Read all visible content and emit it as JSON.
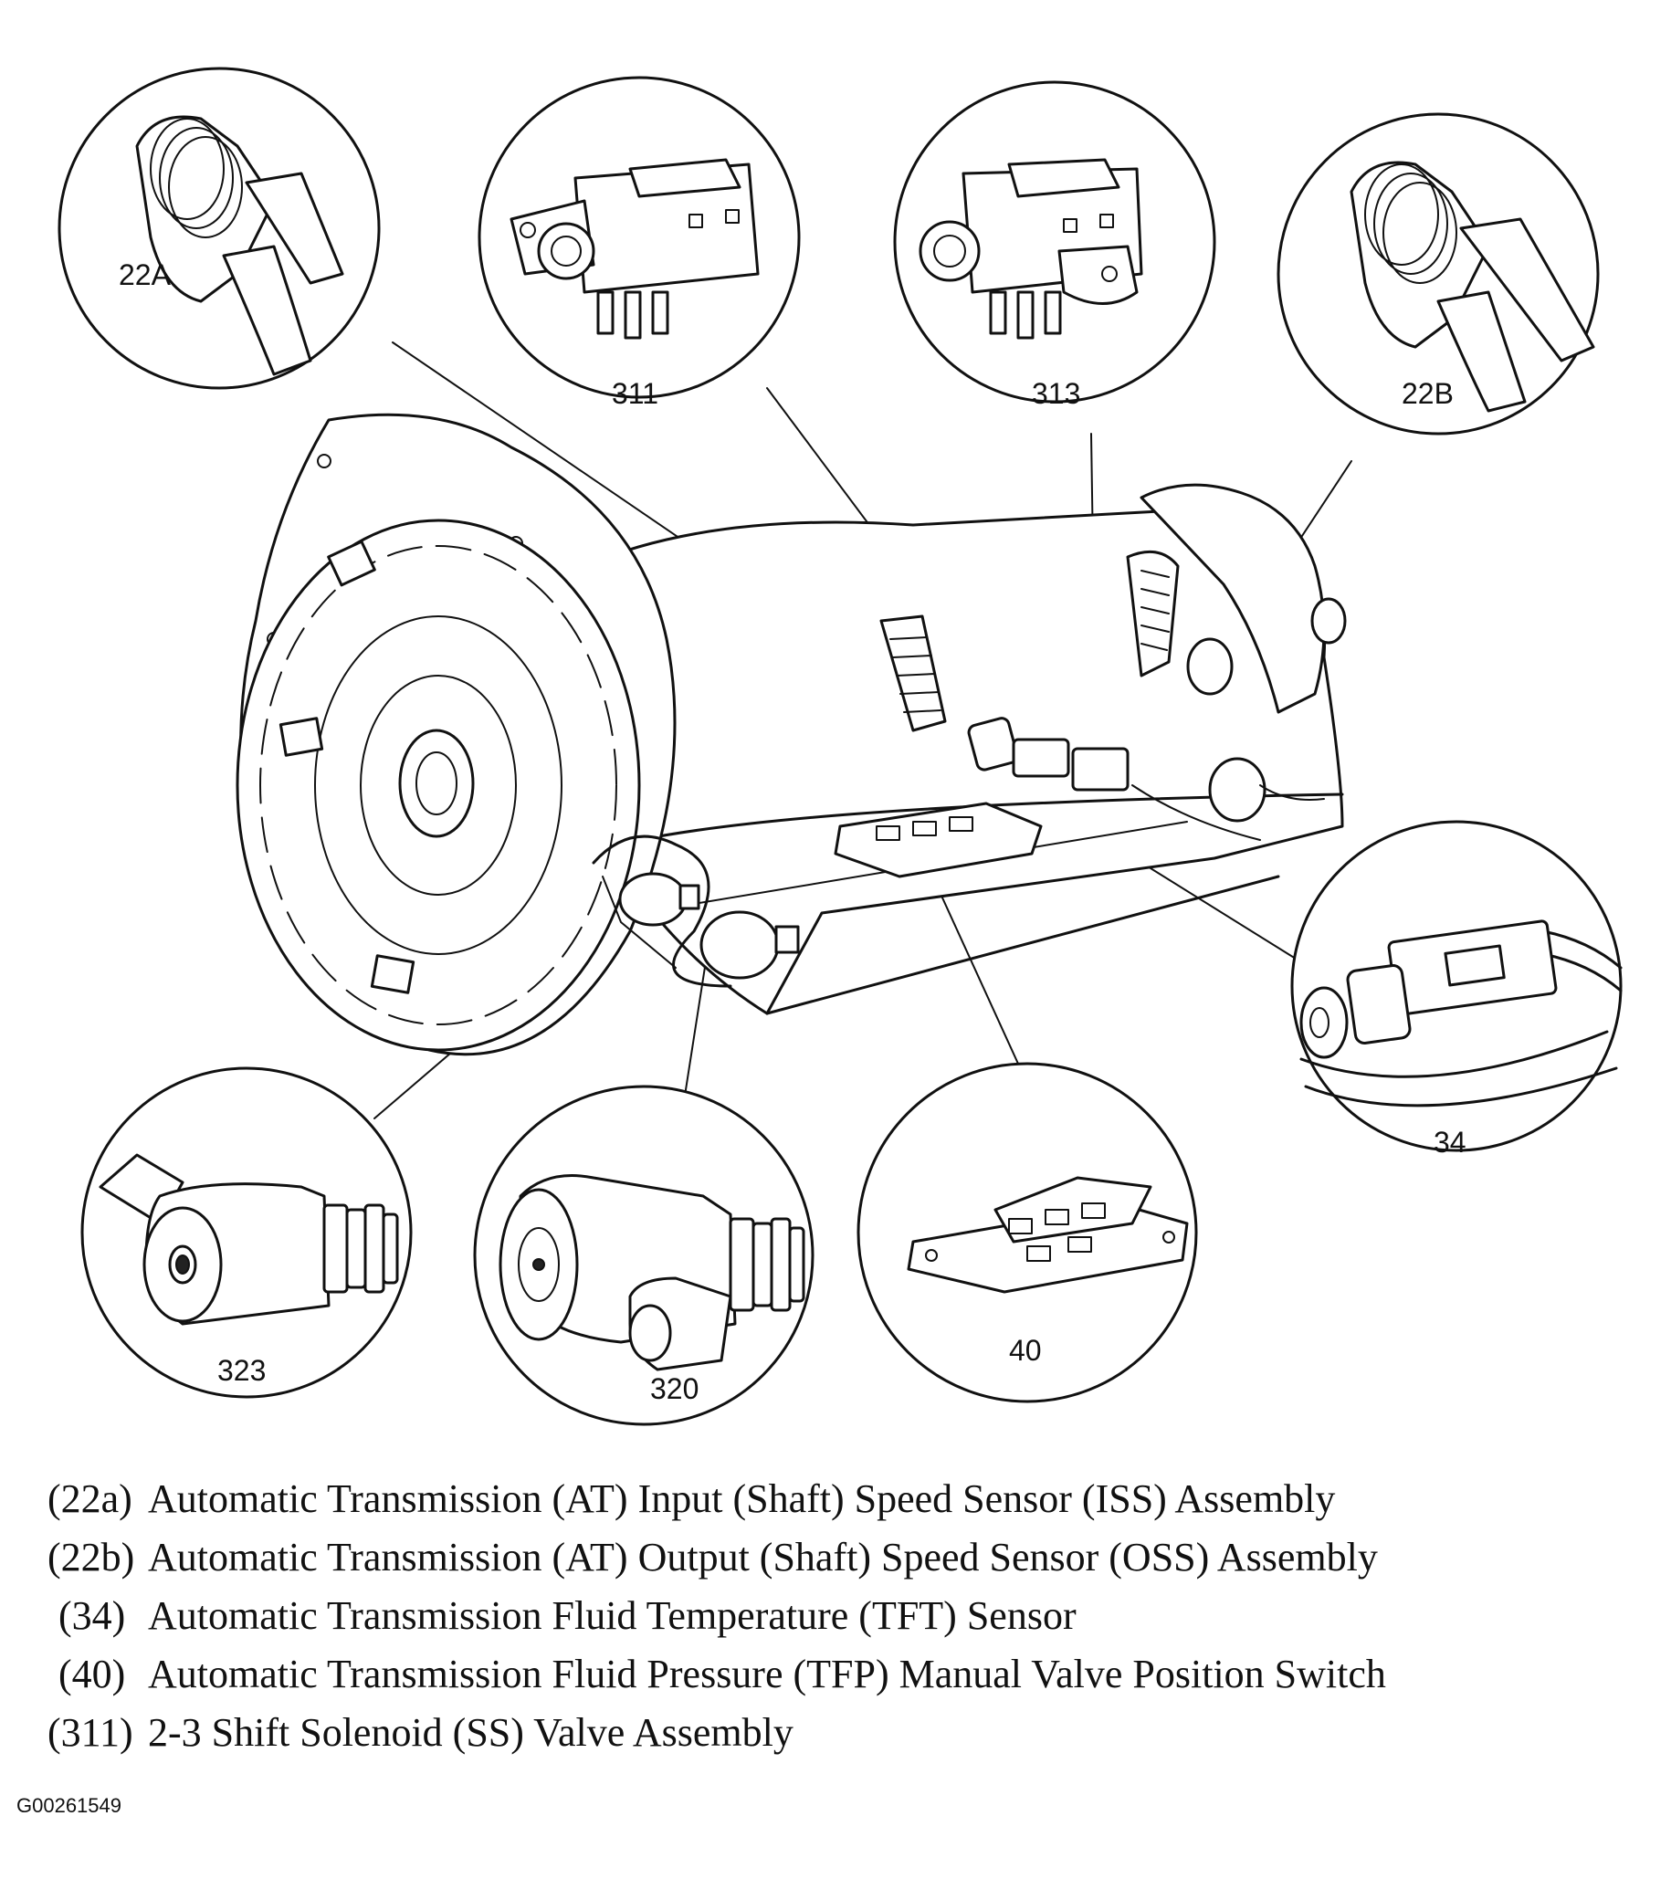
{
  "callouts": {
    "c22a": "22A",
    "c311": "311",
    "c313": "313",
    "c22b": "22B",
    "c34": "34",
    "c323": "323",
    "c320": "320",
    "c40": "40"
  },
  "legend": [
    {
      "code": "(22a)",
      "text": "Automatic Transmission (AT) Input (Shaft) Speed Sensor (ISS) Assembly"
    },
    {
      "code": "(22b)",
      "text": "Automatic Transmission (AT) Output (Shaft) Speed Sensor (OSS) Assembly"
    },
    {
      "code": "(34)",
      "text": "Automatic Transmission Fluid Temperature (TFT) Sensor"
    },
    {
      "code": "(40)",
      "text": "Automatic Transmission Fluid Pressure (TFP) Manual Valve Position Switch"
    },
    {
      "code": "(311)",
      "text": "2-3 Shift Solenoid (SS) Valve Assembly"
    }
  ],
  "figure_id": "G00261549"
}
